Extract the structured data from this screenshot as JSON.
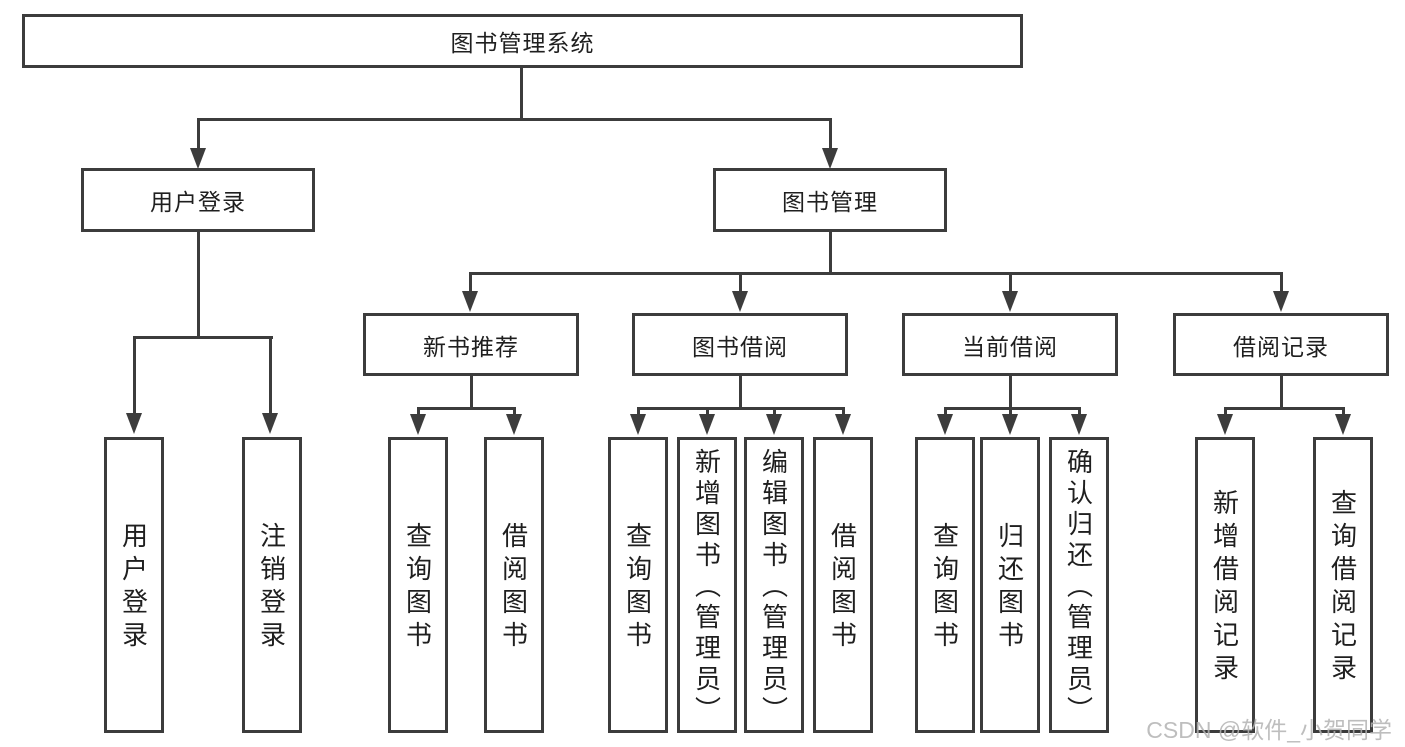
{
  "diagram": {
    "root": {
      "label": "图书管理系统",
      "children": [
        {
          "label": "用户登录",
          "children": [
            {
              "label": "用户登录"
            },
            {
              "label": "注销登录"
            }
          ]
        },
        {
          "label": "图书管理",
          "children": [
            {
              "label": "新书推荐",
              "children": [
                {
                  "label": "查询图书"
                },
                {
                  "label": "借阅图书"
                }
              ]
            },
            {
              "label": "图书借阅",
              "children": [
                {
                  "label": "查询图书"
                },
                {
                  "label": "新增图书（管理员）"
                },
                {
                  "label": "编辑图书（管理员）"
                },
                {
                  "label": "借阅图书"
                }
              ]
            },
            {
              "label": "当前借阅",
              "children": [
                {
                  "label": "查询图书"
                },
                {
                  "label": "归还图书"
                },
                {
                  "label": "确认归还（管理员）"
                }
              ]
            },
            {
              "label": "借阅记录",
              "children": [
                {
                  "label": "新增借阅记录"
                },
                {
                  "label": "查询借阅记录"
                }
              ]
            }
          ]
        }
      ]
    }
  },
  "watermark": {
    "text": "CSDN @软件_小贺同学"
  },
  "colors": {
    "line": "#3c3c3c",
    "text": "#1f1f1f",
    "watermark": "#b3b3b3",
    "background": "#ffffff"
  }
}
